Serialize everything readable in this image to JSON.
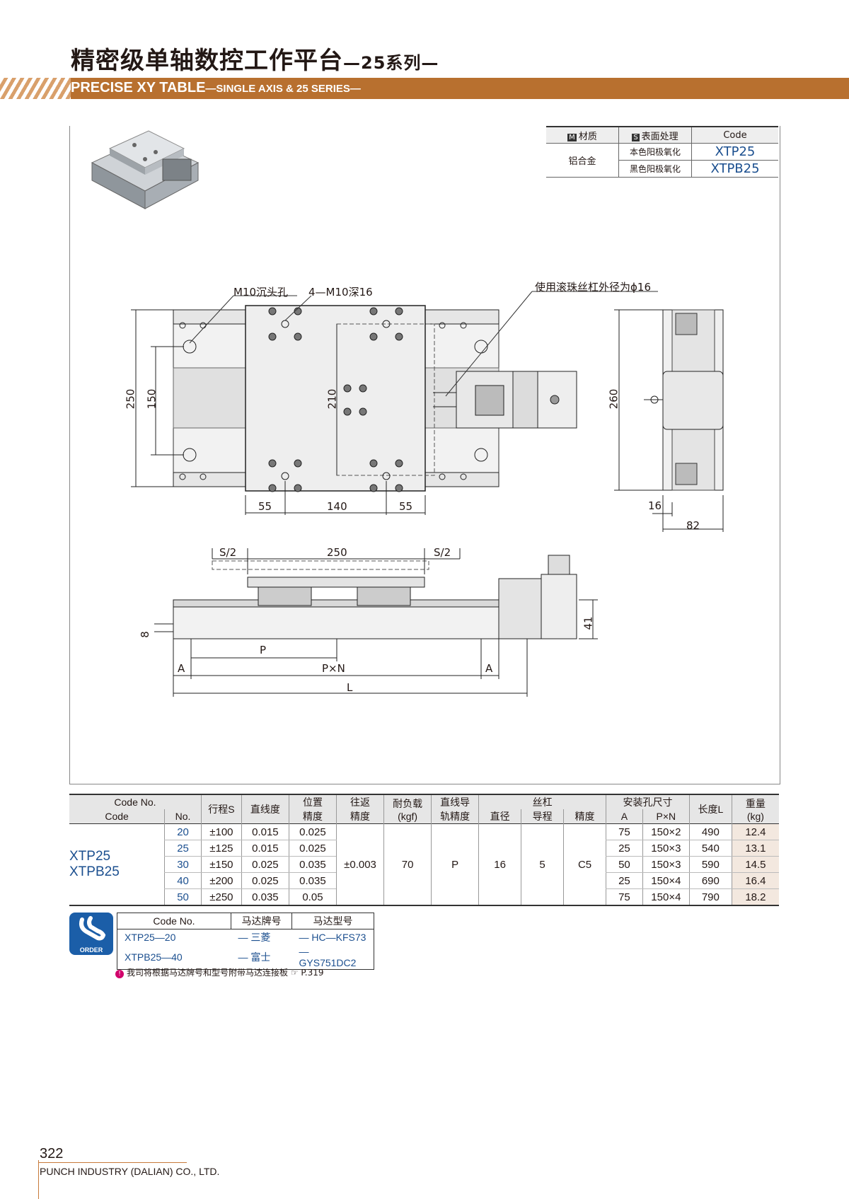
{
  "header": {
    "title": "精密级单轴数控工作平台",
    "series": "—25系列—",
    "banner_title": "PRECISE XY TABLE",
    "banner_sub": "—SINGLE AXIS & 25 SERIES—"
  },
  "material_table": {
    "h_material": "材质",
    "h_surface": "表面处理",
    "h_code": "Code",
    "material": "铝合金",
    "rows": [
      {
        "surface": "本色阳极氧化",
        "code": "XTP25"
      },
      {
        "surface": "黑色阳极氧化",
        "code": "XTPB25"
      }
    ]
  },
  "drawing": {
    "label_counterbore": "M10沉头孔",
    "label_holes": "4—M10深16",
    "label_screw": "使用滚珠丝杠外径为ϕ16",
    "d250": "250",
    "d150": "150",
    "d210": "210",
    "d260": "260",
    "d55a": "55",
    "d140": "140",
    "d55b": "55",
    "d16": "16",
    "d82": "82",
    "s2a": "S/2",
    "s250": "250",
    "s2b": "S/2",
    "d8": "8",
    "d41": "41",
    "p": "P",
    "a1": "A",
    "pxn": "P×N",
    "a2": "A",
    "l": "L"
  },
  "spec_table": {
    "headers": {
      "code_no": "Code No.",
      "code": "Code",
      "no": "No.",
      "stroke": "行程S",
      "straight": "直线度",
      "pos1": "位置",
      "pos2": "精度",
      "rep1": "往返",
      "rep2": "精度",
      "load1": "耐负载",
      "load2": "(kgf)",
      "rail1": "直线导",
      "rail2": "轨精度",
      "screw": "丝杠",
      "dia": "直径",
      "lead": "导程",
      "prec": "精度",
      "mount": "安装孔尺寸",
      "a": "A",
      "pxn": "P×N",
      "length": "长度L",
      "weight1": "重量",
      "weight2": "(kg)"
    },
    "code1": "XTP25",
    "code2": "XTPB25",
    "shared": {
      "rep": "±0.003",
      "load": "70",
      "rail": "P",
      "dia": "16",
      "lead": "5",
      "prec": "C5"
    },
    "rows": [
      {
        "no": "20",
        "stroke": "±100",
        "straight": "0.015",
        "pos": "0.025",
        "a": "75",
        "pxn": "150×2",
        "length": "490",
        "weight": "12.4"
      },
      {
        "no": "25",
        "stroke": "±125",
        "straight": "0.015",
        "pos": "0.025",
        "a": "25",
        "pxn": "150×3",
        "length": "540",
        "weight": "13.1"
      },
      {
        "no": "30",
        "stroke": "±150",
        "straight": "0.025",
        "pos": "0.035",
        "a": "50",
        "pxn": "150×3",
        "length": "590",
        "weight": "14.5"
      },
      {
        "no": "40",
        "stroke": "±200",
        "straight": "0.025",
        "pos": "0.035",
        "a": "25",
        "pxn": "150×4",
        "length": "690",
        "weight": "16.4"
      },
      {
        "no": "50",
        "stroke": "±250",
        "straight": "0.035",
        "pos": "0.05",
        "a": "75",
        "pxn": "150×4",
        "length": "790",
        "weight": "18.2"
      }
    ]
  },
  "order": {
    "icon_label": "ORDER",
    "h_code": "Code No.",
    "h_brand": "马达牌号",
    "h_model": "马达型号",
    "rows": [
      {
        "code": "XTP25—20",
        "brand": "三菱",
        "model": "HC—KFS73"
      },
      {
        "code": "XTPB25—40",
        "brand": "富士",
        "model": "GYS751DC2"
      }
    ],
    "note": "我司将根据马达牌号和型号附带马达连接板 ☞ P.319"
  },
  "footer": {
    "page": "322",
    "company": "PUNCH INDUSTRY (DALIAN) CO., LTD."
  }
}
